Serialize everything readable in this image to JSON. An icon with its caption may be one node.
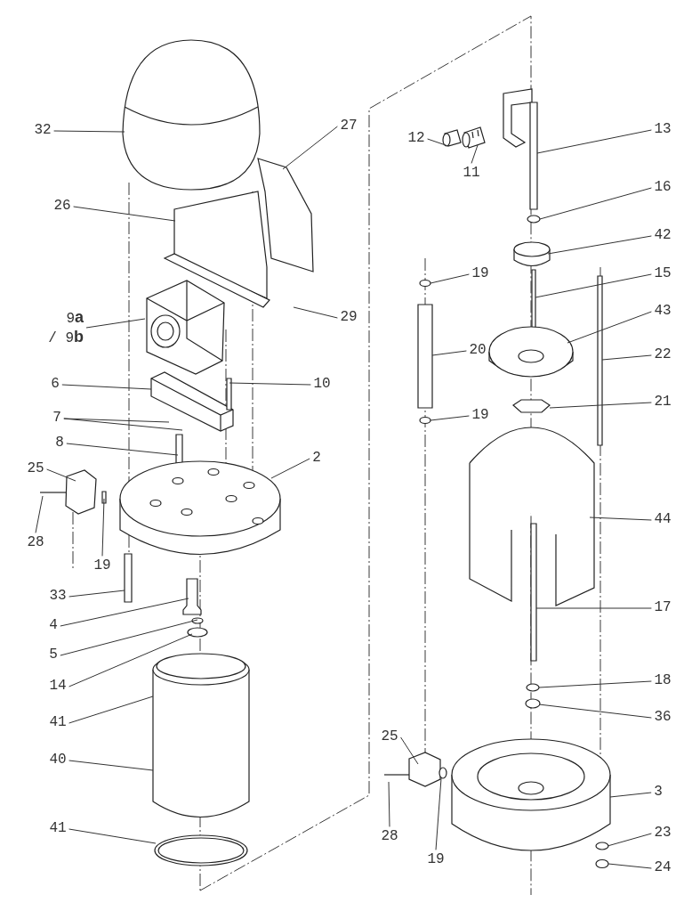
{
  "diagram": {
    "nodes": [
      {
        "text": [
          "32"
        ]
      },
      {
        "text": [
          "27"
        ]
      },
      {
        "text": [
          "26"
        ]
      },
      {
        "text": [
          "9**a** / 9**b**"
        ]
      },
      {
        "text": [
          "29"
        ]
      },
      {
        "text": [
          "6"
        ]
      },
      {
        "text": [
          "10"
        ]
      },
      {
        "text": [
          "7"
        ]
      },
      {
        "text": [
          "8"
        ]
      },
      {
        "text": [
          "2"
        ]
      },
      {
        "text": [
          "25"
        ]
      },
      {
        "text": [
          "28"
        ]
      },
      {
        "text": [
          "19"
        ]
      },
      {
        "text": [
          "33"
        ]
      },
      {
        "text": [
          "4"
        ]
      },
      {
        "text": [
          "5"
        ]
      },
      {
        "text": [
          "14"
        ]
      },
      {
        "text": [
          "41"
        ]
      },
      {
        "text": [
          "40"
        ]
      },
      {
        "text": [
          "41"
        ]
      },
      {
        "text": [
          "12"
        ]
      },
      {
        "text": [
          "11"
        ]
      },
      {
        "text": [
          "13"
        ]
      },
      {
        "text": [
          "16"
        ]
      },
      {
        "text": [
          "42"
        ]
      },
      {
        "text": [
          "19"
        ]
      },
      {
        "text": [
          "15"
        ]
      },
      {
        "text": [
          "43"
        ]
      },
      {
        "text": [
          "20"
        ]
      },
      {
        "text": [
          "22"
        ]
      },
      {
        "text": [
          "21"
        ]
      },
      {
        "text": [
          "19"
        ]
      },
      {
        "text": [
          "44"
        ]
      },
      {
        "text": [
          "17"
        ]
      },
      {
        "text": [
          "18"
        ]
      },
      {
        "text": [
          "36"
        ]
      },
      {
        "text": [
          "25"
        ]
      },
      {
        "text": [
          "28"
        ]
      },
      {
        "text": [
          "19"
        ]
      },
      {
        "text": [
          "3"
        ]
      },
      {
        "text": [
          "23"
        ]
      },
      {
        "text": [
          "24"
        ]
      }
    ],
    "edges": [
      {
        "from": 0,
        "to": null,
        "arrow": "none"
      },
      {
        "from": 1,
        "to": null,
        "arrow": "none"
      },
      {
        "from": 2,
        "to": null,
        "arrow": "none"
      },
      {
        "from": 3,
        "to": null,
        "arrow": "none"
      },
      {
        "from": 4,
        "to": null,
        "arrow": "none"
      },
      {
        "from": 5,
        "to": null,
        "arrow": "none"
      },
      {
        "from": 6,
        "to": null,
        "arrow": "none"
      },
      {
        "from": 7,
        "to": null,
        "arrow": "none"
      },
      {
        "from": 7,
        "to": null,
        "arrow": "none"
      },
      {
        "from": 8,
        "to": null,
        "arrow": "none"
      },
      {
        "from": 9,
        "to": null,
        "arrow": "none"
      },
      {
        "from": 10,
        "to": null,
        "arrow": "none"
      },
      {
        "from": 11,
        "to": null,
        "arrow": "none"
      },
      {
        "from": 12,
        "to": null,
        "arrow": "none"
      },
      {
        "from": 13,
        "to": null,
        "arrow": "none"
      },
      {
        "from": 14,
        "to": null,
        "arrow": "none"
      },
      {
        "from": 15,
        "to": null,
        "arrow": "none"
      },
      {
        "from": 16,
        "to": null,
        "arrow": "none"
      },
      {
        "from": 17,
        "to": null,
        "arrow": "none"
      },
      {
        "from": 18,
        "to": null,
        "arrow": "none"
      },
      {
        "from": 19,
        "to": null,
        "arrow": "none"
      },
      {
        "from": 20,
        "to": null,
        "arrow": "none"
      },
      {
        "from": 21,
        "to": null,
        "arrow": "none"
      },
      {
        "from": 22,
        "to": null,
        "arrow": "none"
      },
      {
        "from": 23,
        "to": null,
        "arrow": "none"
      },
      {
        "from": 24,
        "to": null,
        "arrow": "none"
      },
      {
        "from": 25,
        "to": null,
        "arrow": "none"
      },
      {
        "from": 26,
        "to": null,
        "arrow": "none"
      },
      {
        "from": 27,
        "to": null,
        "arrow": "none"
      },
      {
        "from": 28,
        "to": null,
        "arrow": "none"
      },
      {
        "from": 29,
        "to": null,
        "arrow": "none"
      },
      {
        "from": 30,
        "to": null,
        "arrow": "none"
      },
      {
        "from": 31,
        "to": null,
        "arrow": "none"
      },
      {
        "from": 32,
        "to": null,
        "arrow": "none"
      },
      {
        "from": 33,
        "to": null,
        "arrow": "none"
      },
      {
        "from": 34,
        "to": null,
        "arrow": "none"
      },
      {
        "from": 35,
        "to": null,
        "arrow": "none"
      },
      {
        "from": 36,
        "to": null,
        "arrow": "none"
      },
      {
        "from": 37,
        "to": null,
        "arrow": "none"
      },
      {
        "from": 38,
        "to": null,
        "arrow": "none"
      },
      {
        "from": 39,
        "to": null,
        "arrow": "none"
      },
      {
        "from": 40,
        "to": null,
        "arrow": "none"
      },
      {
        "from": 41,
        "to": null,
        "arrow": "none"
      }
    ]
  }
}
